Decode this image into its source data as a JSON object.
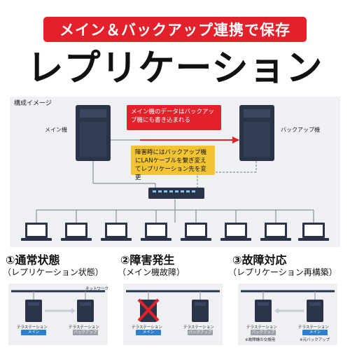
{
  "banner": "メイン＆バックアップ連携で保存",
  "title": "レプリケーション",
  "diagram": {
    "section_label": "構成イメージ",
    "main_label": "メイン機",
    "backup_label": "バックアップ機",
    "callout_red": "メイン機のデータはバックアップ機にも書き込まれる",
    "callout_yellow": "障害時にはバックアップ機にLANケーブルを繋ぎ変えてレプリケーション先を変更"
  },
  "steps": [
    {
      "title": "①通常状態",
      "subtitle": "（レプリケーション状態）"
    },
    {
      "title": "②障害発生",
      "subtitle": "（メイン機故障）"
    },
    {
      "title": "③故障対応",
      "subtitle": "（レプリケーション再構築）"
    }
  ],
  "mini": {
    "network": "ネットワーク",
    "p1_left": "テラステーション",
    "p1_left_tag": "メイン",
    "p1_right": "テラステーション",
    "p1_right_tag": "バックアップ",
    "p2_left": "テラステーション",
    "p2_left_tag": "メイン",
    "p2_right": "テラステーション",
    "p2_right_tag": "バックアップ",
    "p3_left": "テラステーション",
    "p3_left_tag": "バックアップ",
    "p3_left_note": "※故障機の交換用",
    "p3_right": "テラステーション",
    "p3_right_tag": "メイン",
    "p3_right_note": "※元バックアップ"
  },
  "colors": {
    "red": "#e3212b",
    "yellow": "#f2c431",
    "navy": "#2b3346",
    "blue": "#2f7fd1"
  }
}
